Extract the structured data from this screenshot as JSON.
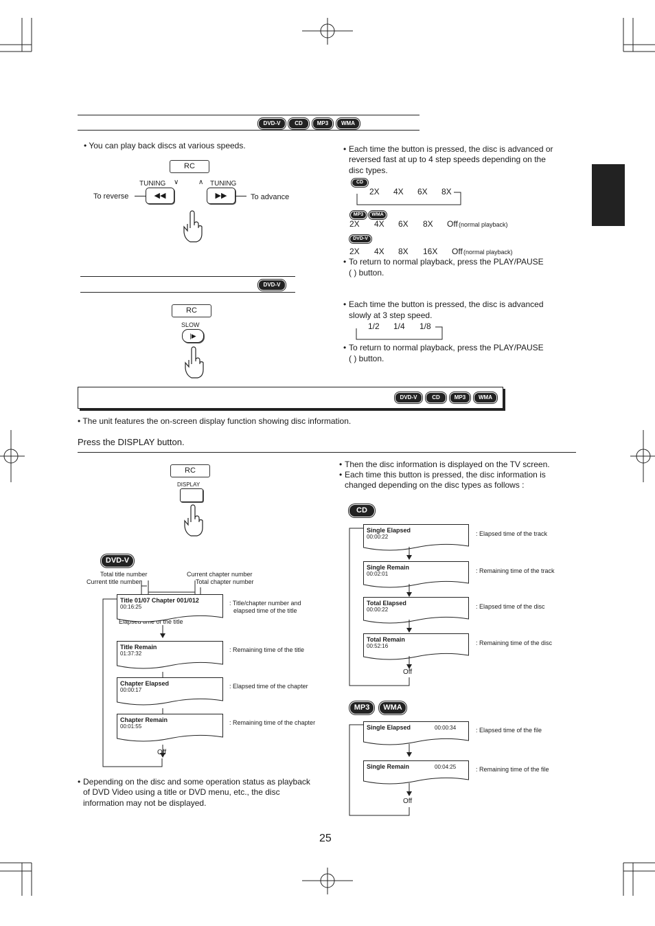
{
  "badges": {
    "dvdv": "DVD-V",
    "cd": "CD",
    "mp3": "MP3",
    "wma": "WMA"
  },
  "speed_section": {
    "intro": "• You can play back discs at various speeds.",
    "rc_label": "RC",
    "tuning_left": "TUNING",
    "tuning_right": "TUNING",
    "to_reverse": "To reverse",
    "to_advance": "To advance",
    "desc": [
      "•",
      "Each time the button is pressed, the disc is advanced or",
      "reversed fast at up to 4 step speeds depending on the",
      "disc types."
    ],
    "cd_speeds": [
      "2X",
      "4X",
      "6X",
      "8X"
    ],
    "mp3_speeds": [
      "2X",
      "4X",
      "6X",
      "8X",
      "Off"
    ],
    "dvd_speeds": [
      "2X",
      "4X",
      "8X",
      "16X",
      "Off"
    ],
    "normal_playback": "(normal playback)",
    "return_note": [
      "•",
      "To return to normal playback, press the PLAY/PAUSE",
      "(        ) button."
    ]
  },
  "slow_section": {
    "rc_label": "RC",
    "slow_label": "SLOW",
    "desc": [
      "•",
      "Each time the button is pressed, the disc is advanced",
      "slowly at 3 step speed."
    ],
    "speeds": [
      "1/2",
      "1/4",
      "1/8"
    ],
    "return_note": [
      "•",
      "To return to normal playback, press the PLAY/PAUSE",
      "(        ) button."
    ]
  },
  "display_section": {
    "intro": "• The unit features the on-screen display function showing disc information.",
    "step": "Press the DISPLAY button.",
    "rc_label": "RC",
    "display_label": "DISPLAY",
    "tv_note": [
      "•",
      "Then the disc information is displayed on the TV screen."
    ],
    "change_note": [
      "•",
      "Each time this button is pressed, the disc information is",
      "changed depending on the disc types as follows :"
    ],
    "dvd": {
      "total_title_number": "Total title number",
      "current_title_number": "Current title number",
      "current_chapter_number": "Current chapter number",
      "total_chapter_number": "Total chapter number",
      "elapsed_title_callout": "Elapsed time of the title",
      "screens": [
        {
          "line1": "Title  01/07  Chapter 001/012",
          "line2": "00:16:25",
          "desc1": ": Title/chapter number and",
          "desc2": "elapsed time of the title"
        },
        {
          "line1": "Title  Remain",
          "line2": "01:37:32",
          "desc1": ": Remaining time of the title",
          "desc2": ""
        },
        {
          "line1": "Chapter Elapsed",
          "line2": "00:00:17",
          "desc1": ": Elapsed time of the chapter",
          "desc2": ""
        },
        {
          "line1": "Chapter Remain",
          "line2": "00:01:55",
          "desc1": ": Remaining time of the chapter",
          "desc2": ""
        }
      ],
      "off": "Off"
    },
    "cd": {
      "screens": [
        {
          "line1": "Single Elapsed",
          "line2": "00:00:22",
          "desc": ": Elapsed time of the track"
        },
        {
          "line1": "Single  Remain",
          "line2": "00:02:01",
          "desc": ": Remaining time of the track"
        },
        {
          "line1": "Total Elapsed",
          "line2": "00:00:22",
          "desc": ": Elapsed time of the disc"
        },
        {
          "line1": "Total Remain",
          "line2": "00:52:16",
          "desc": ": Remaining time of the disc"
        }
      ],
      "off": "Off"
    },
    "mp3wma": {
      "screens": [
        {
          "line1": "Single Elapsed",
          "time": "00:00:34",
          "desc": ": Elapsed time of the file"
        },
        {
          "line1": "Single  Remain",
          "time": "00:04:25",
          "desc": ": Remaining time of the file"
        }
      ],
      "off": "Off"
    },
    "availability_note": [
      "•",
      "Depending on the disc and some operation status as playback",
      "of DVD Video using a title or DVD menu, etc., the disc",
      "information may not be displayed."
    ]
  },
  "page_number": "25"
}
